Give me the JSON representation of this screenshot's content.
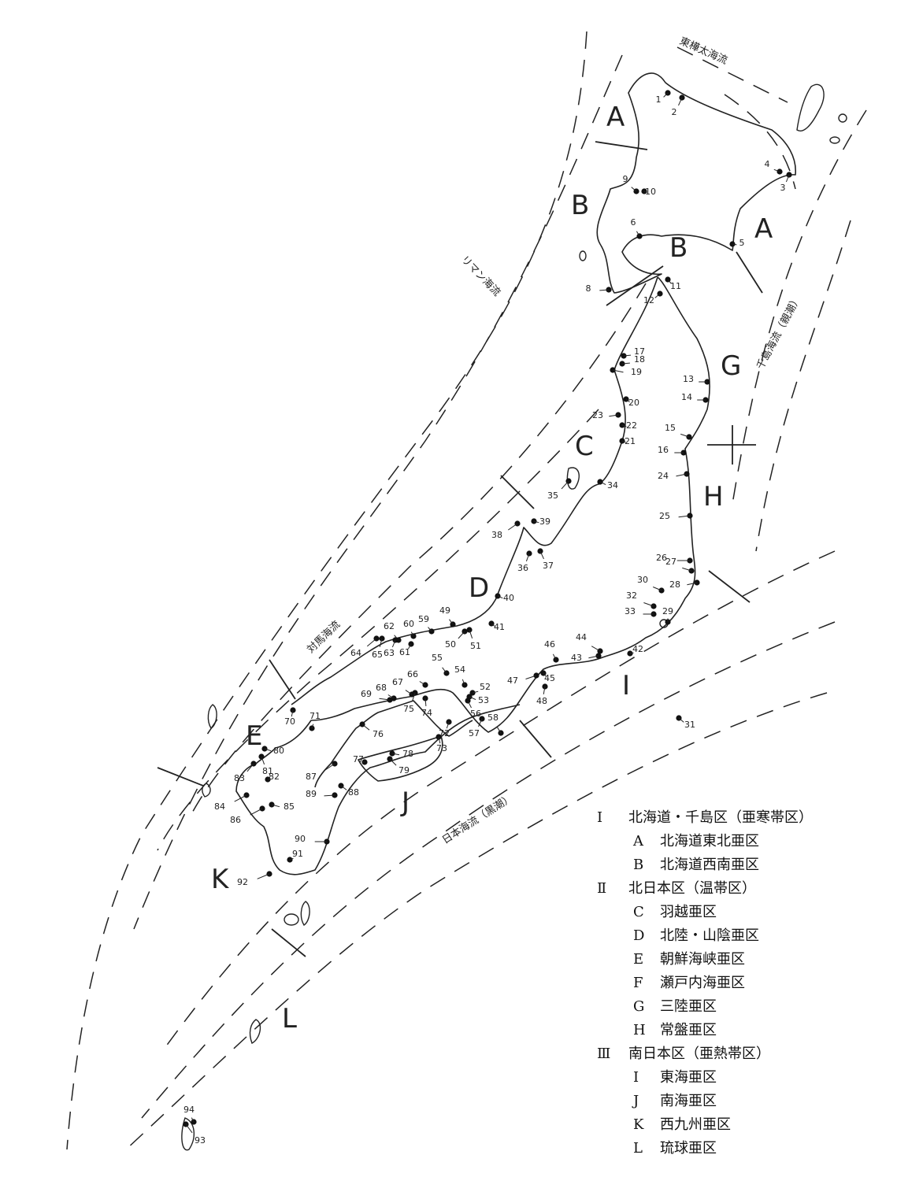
{
  "zones": [
    {
      "id": "A1",
      "label": "A"
    },
    {
      "id": "B1",
      "label": "B"
    },
    {
      "id": "A2",
      "label": "A"
    },
    {
      "id": "B2",
      "label": "B"
    },
    {
      "id": "C",
      "label": "C"
    },
    {
      "id": "D",
      "label": "D"
    },
    {
      "id": "E",
      "label": "E"
    },
    {
      "id": "G",
      "label": "G"
    },
    {
      "id": "H",
      "label": "H"
    },
    {
      "id": "I",
      "label": "I"
    },
    {
      "id": "J",
      "label": "J"
    },
    {
      "id": "K",
      "label": "K"
    },
    {
      "id": "L",
      "label": "L"
    }
  ],
  "currents": [
    {
      "id": "east-sakhalin",
      "label": "東樺太海流"
    },
    {
      "id": "liman",
      "label": "リマン海流"
    },
    {
      "id": "tsushima",
      "label": "対馬海流"
    },
    {
      "id": "kuril",
      "label": "千島海流（親潮）"
    },
    {
      "id": "japan",
      "label": "日本海流（黒潮）"
    }
  ],
  "stations": [
    "1",
    "2",
    "3",
    "4",
    "5",
    "6",
    "8",
    "9",
    "10",
    "11",
    "12",
    "13",
    "14",
    "15",
    "16",
    "17",
    "18",
    "19",
    "20",
    "21",
    "22",
    "23",
    "24",
    "25",
    "26",
    "27",
    "28",
    "29",
    "30",
    "31",
    "32",
    "33",
    "34",
    "35",
    "36",
    "37",
    "38",
    "39",
    "40",
    "41",
    "42",
    "43",
    "44",
    "45",
    "46",
    "47",
    "48",
    "49",
    "50",
    "51",
    "52",
    "53",
    "54",
    "55",
    "56",
    "57",
    "58",
    "59",
    "60",
    "61",
    "62",
    "63",
    "64",
    "65",
    "66",
    "67",
    "68",
    "69",
    "70",
    "71",
    "72",
    "73",
    "74",
    "75",
    "76",
    "77",
    "78",
    "79",
    "80",
    "81",
    "82",
    "83",
    "84",
    "85",
    "86",
    "87",
    "88",
    "89",
    "90",
    "91",
    "92",
    "93",
    "94"
  ],
  "legend": [
    {
      "code": "Ⅰ",
      "text": "北海道・千島区（亜寒帯区）",
      "level": 0
    },
    {
      "code": "A",
      "text": "北海道東北亜区",
      "level": 1
    },
    {
      "code": "B",
      "text": "北海道西南亜区",
      "level": 1
    },
    {
      "code": "Ⅱ",
      "text": "北日本区（温帯区）",
      "level": 0
    },
    {
      "code": "C",
      "text": "羽越亜区",
      "level": 1
    },
    {
      "code": "D",
      "text": "北陸・山陰亜区",
      "level": 1
    },
    {
      "code": "E",
      "text": "朝鮮海峡亜区",
      "level": 1
    },
    {
      "code": "F",
      "text": "瀬戸内海亜区",
      "level": 1
    },
    {
      "code": "G",
      "text": "三陸亜区",
      "level": 1
    },
    {
      "code": "H",
      "text": "常盤亜区",
      "level": 1
    },
    {
      "code": "Ⅲ",
      "text": "南日本区（亜熱帯区）",
      "level": 0
    },
    {
      "code": "I",
      "text": "東海亜区",
      "level": 1
    },
    {
      "code": "J",
      "text": "南海亜区",
      "level": 1
    },
    {
      "code": "K",
      "text": "西九州亜区",
      "level": 1
    },
    {
      "code": "L",
      "text": "琉球亜区",
      "level": 1
    }
  ]
}
